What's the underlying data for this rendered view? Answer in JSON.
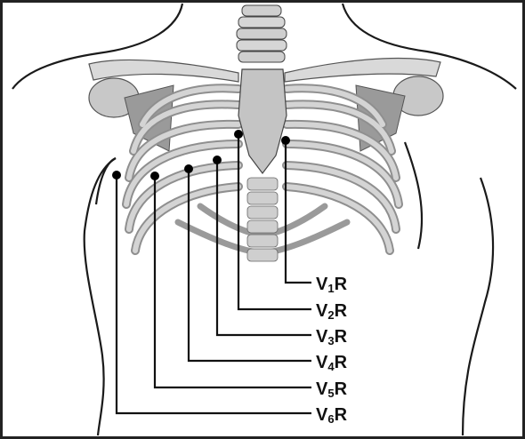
{
  "leads": [
    {
      "id": "v1r",
      "letter": "V",
      "subscript": "1",
      "suffix": "R"
    },
    {
      "id": "v2r",
      "letter": "V",
      "subscript": "2",
      "suffix": "R"
    },
    {
      "id": "v3r",
      "letter": "V",
      "subscript": "3",
      "suffix": "R"
    },
    {
      "id": "v4r",
      "letter": "V",
      "subscript": "4",
      "suffix": "R"
    },
    {
      "id": "v5r",
      "letter": "V",
      "subscript": "5",
      "suffix": "R"
    },
    {
      "id": "v6r",
      "letter": "V",
      "subscript": "6",
      "suffix": "R"
    }
  ],
  "colors": {
    "bone_light": "#d9d9d9",
    "bone_mid": "#bdbdbd",
    "bone_dark": "#8a8a8a",
    "outline": "#1a1a1a"
  }
}
